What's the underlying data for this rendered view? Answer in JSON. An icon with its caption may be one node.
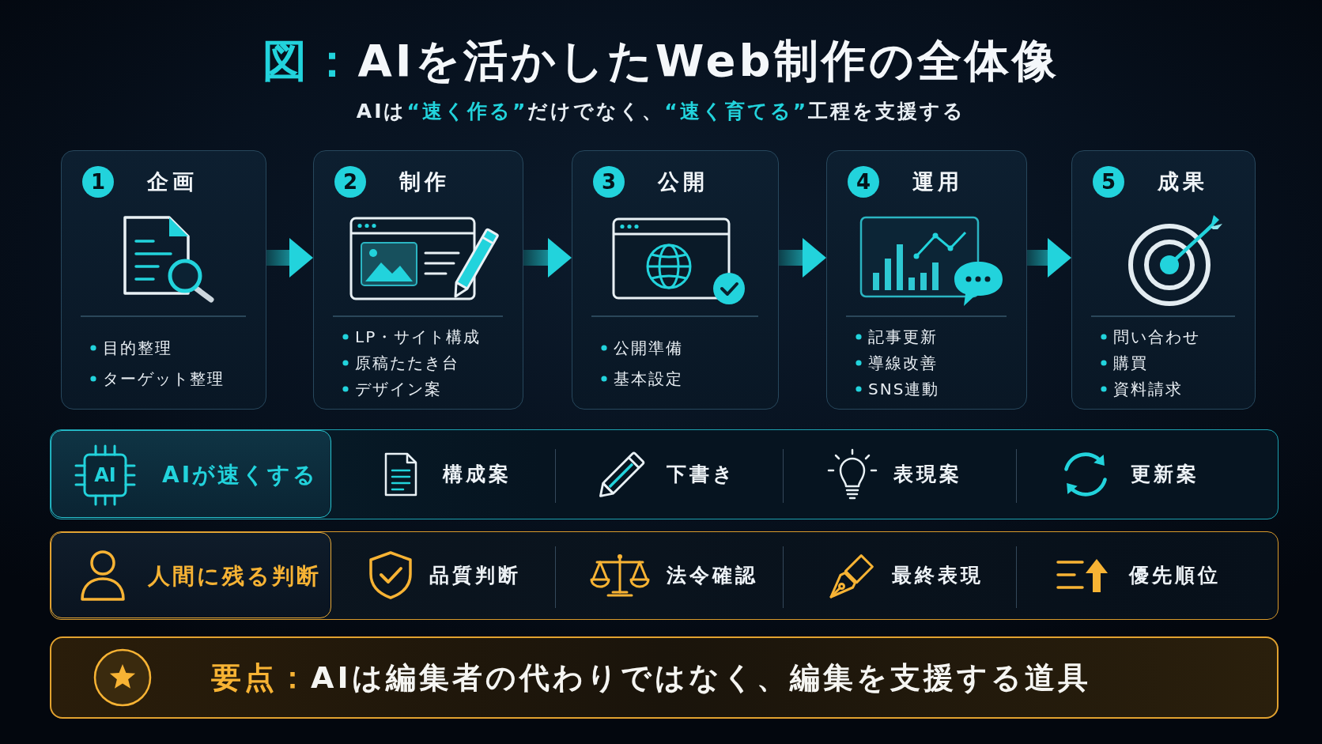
{
  "diagram": {
    "title": "図：AIを活かしたWeb制作の全体像",
    "nodes": [
      {
        "text": [
          "1",
          "企画",
          "目的整理",
          "ターゲット整理"
        ]
      },
      {
        "text": [
          "2",
          "制作",
          "LP・サイト構成",
          "原稿たたき台",
          "デザイン案"
        ]
      },
      {
        "text": [
          "3",
          "公開",
          "公開準備",
          "基本設定"
        ]
      },
      {
        "text": [
          "4",
          "運用",
          "記事更新",
          "導線改善",
          "SNS連動"
        ]
      },
      {
        "text": [
          "5",
          "成果",
          "問い合わせ",
          "購買",
          "資料請求"
        ]
      },
      {
        "text": [],
        "shape": "box"
      },
      {
        "text": [
          "AI",
          "AIが速くする"
        ],
        "in": 5
      },
      {
        "text": [
          "構成案"
        ],
        "in": 5
      },
      {
        "text": [
          "下書き"
        ],
        "in": 5
      },
      {
        "text": [
          "表現案"
        ],
        "in": 5
      },
      {
        "text": [
          "更新案"
        ],
        "in": 5
      },
      {
        "text": [],
        "shape": "box"
      },
      {
        "text": [
          "人間に残る判断"
        ],
        "in": 11
      },
      {
        "text": [
          "品質判断"
        ],
        "in": 11
      },
      {
        "text": [
          "法令確認"
        ],
        "in": 11
      },
      {
        "text": [
          "最終表現"
        ],
        "in": 11
      },
      {
        "text": [
          "優先順位"
        ],
        "in": 11
      },
      {
        "text": [
          "**要点：**AIは編集者の代わりではなく、編集を支援する道具"
        ]
      }
    ],
    "edges": [
      {
        "from": 0,
        "to": 1,
        "arrow": "to"
      },
      {
        "from": 1,
        "to": 2,
        "arrow": "to"
      },
      {
        "from": 2,
        "to": 3,
        "arrow": "to"
      },
      {
        "from": 3,
        "to": 4,
        "arrow": "to"
      }
    ],
    "labels": [
      "AIは**“速く作る”**だけでなく、**“速く育てる”**工程を支援する"
    ]
  }
}
